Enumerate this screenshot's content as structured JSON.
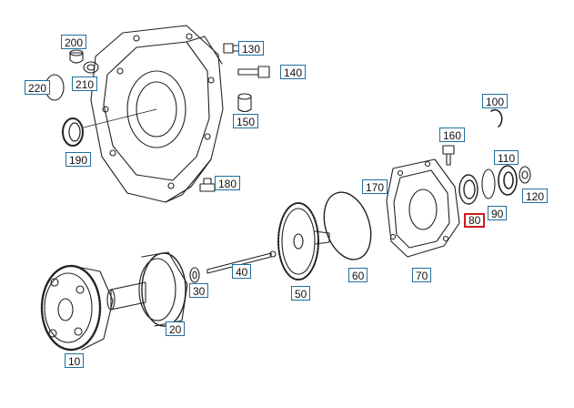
{
  "diagram": {
    "selected_part": "80",
    "colors": {
      "callout_border": "#1f6f9f",
      "selected_border": "#d21a1a",
      "line": "#222222"
    },
    "callouts": [
      {
        "id": "200",
        "label": "200"
      },
      {
        "id": "220",
        "label": "220"
      },
      {
        "id": "210",
        "label": "210"
      },
      {
        "id": "190",
        "label": "190"
      },
      {
        "id": "130",
        "label": "130"
      },
      {
        "id": "140",
        "label": "140"
      },
      {
        "id": "150",
        "label": "150"
      },
      {
        "id": "100",
        "label": "100"
      },
      {
        "id": "160",
        "label": "160"
      },
      {
        "id": "180",
        "label": "180"
      },
      {
        "id": "170",
        "label": "170"
      },
      {
        "id": "110",
        "label": "110"
      },
      {
        "id": "120",
        "label": "120"
      },
      {
        "id": "90",
        "label": "90"
      },
      {
        "id": "80",
        "label": "80"
      },
      {
        "id": "70",
        "label": "70"
      },
      {
        "id": "60",
        "label": "60"
      },
      {
        "id": "50",
        "label": "50"
      },
      {
        "id": "40",
        "label": "40"
      },
      {
        "id": "30",
        "label": "30"
      },
      {
        "id": "20",
        "label": "20"
      },
      {
        "id": "10",
        "label": "10"
      }
    ]
  }
}
